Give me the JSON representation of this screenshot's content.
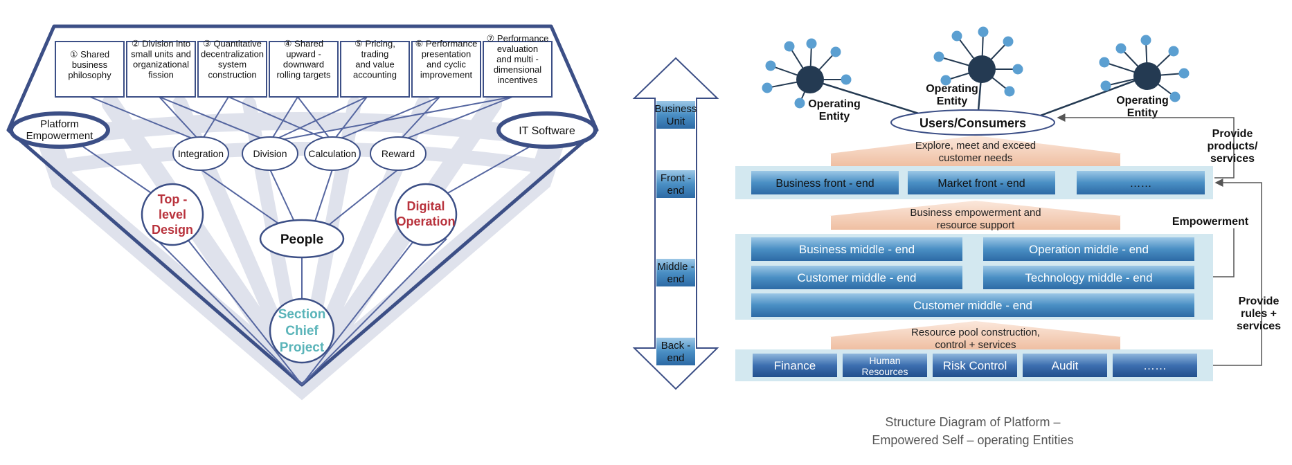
{
  "colors": {
    "navy": "#3c4f86",
    "light_gray": "#dfe2ec",
    "red_label": "#b8323c",
    "teal_label": "#5ab4b9",
    "node_dark": "#243a52",
    "node_light": "#5b9fd1",
    "bar_blue": "#4a8fc4",
    "panel_light": "#cfe6ef",
    "arrow_peach": "#f1c6aa"
  },
  "left_diagram": {
    "principles": [
      [
        "① Shared",
        "business",
        "philosophy"
      ],
      [
        "② Division into",
        "small units and",
        "organizational",
        "fission"
      ],
      [
        "③ Quantitative",
        "decentralization",
        "system",
        "construction"
      ],
      [
        "④ Shared",
        "upward -",
        "downward",
        "rolling targets"
      ],
      [
        "⑤ Pricing,",
        "trading",
        "and value",
        "accounting"
      ],
      [
        "⑥ Performance",
        "presentation",
        "and cyclic",
        "improvement"
      ],
      [
        "⑦ Performance",
        "evaluation",
        "and multi -",
        "dimensional",
        "incentives"
      ]
    ],
    "platform_empowerment": [
      "Platform",
      "Empowerment"
    ],
    "it_software": "IT Software",
    "mechanisms": [
      "Integration",
      "Division",
      "Calculation",
      "Reward"
    ],
    "top_level_design": [
      "Top -",
      "level",
      "Design"
    ],
    "digital_operation": [
      "Digital",
      "Operation"
    ],
    "people": "People",
    "section_chief_project": [
      "Section",
      "Chief",
      "Project"
    ]
  },
  "right_diagram": {
    "levels": [
      [
        "Business",
        "Unit"
      ],
      [
        "Front -",
        "end"
      ],
      [
        "Middle -",
        "end"
      ],
      [
        "Back -",
        "end"
      ]
    ],
    "entity_label": [
      "Operating",
      "Entity"
    ],
    "users_consumers": "Users/Consumers",
    "arrow_texts": {
      "explore": [
        "Explore, meet and exceed",
        "customer needs"
      ],
      "empower": [
        "Business empowerment and",
        "resource support"
      ],
      "resource": [
        "Resource pool construction,",
        "control + services"
      ]
    },
    "front_end": [
      "Business front - end",
      "Market front - end",
      "……"
    ],
    "middle_end": [
      "Business middle - end",
      "Operation middle - end",
      "Customer middle - end",
      "Technology middle - end",
      "Customer middle - end"
    ],
    "back_end": [
      "Finance",
      [
        "Human",
        "Resources"
      ],
      "Risk Control",
      "Audit",
      "……"
    ],
    "side_labels": {
      "provide_products": [
        "Provide",
        "products/",
        "services"
      ],
      "empowerment": "Empowerment",
      "provide_rules": [
        "Provide",
        "rules +",
        "services"
      ]
    },
    "caption": [
      "Structure Diagram of Platform –",
      "Empowered Self – operating Entities"
    ]
  }
}
